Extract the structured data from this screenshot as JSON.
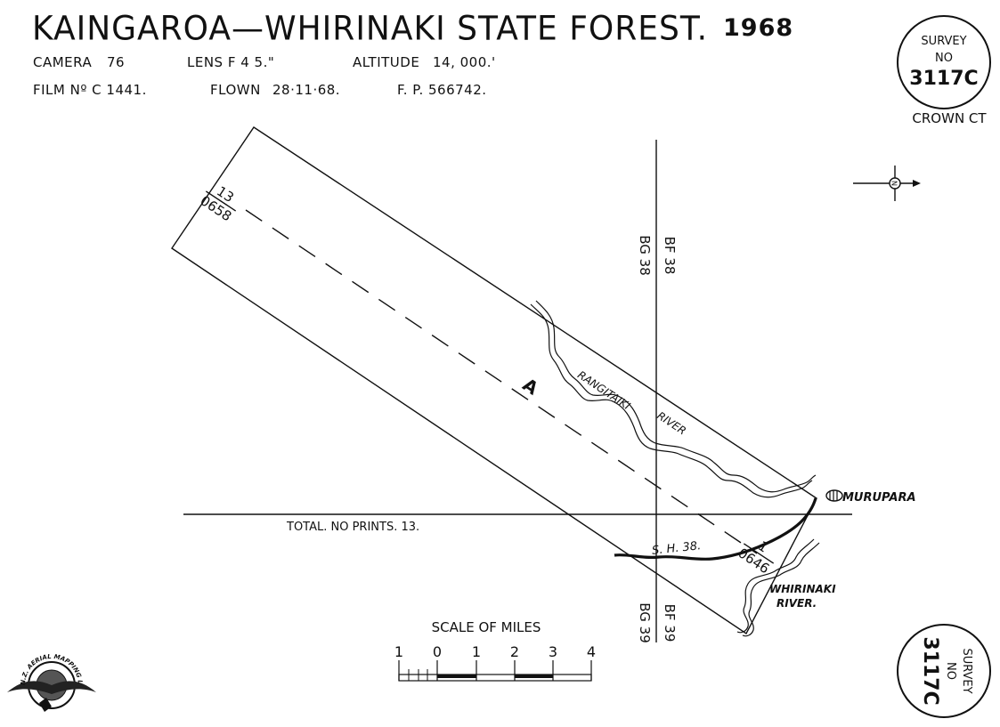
{
  "header": {
    "title": "KAINGAROA—WHIRINAKI   STATE   FOREST.",
    "year": "1968",
    "camera_label": "CAMERA",
    "camera_value": "76",
    "lens_label": "LENS  F  4  5.\"",
    "altitude_label": "ALTITUDE",
    "altitude_value": "14, 000.'",
    "film_label": "FILM  Nº  C 1441.",
    "flown_label": "FLOWN",
    "flown_value": "28·11·68.",
    "fp_label": "F. P.  566742."
  },
  "survey_top": {
    "line1": "SURVEY",
    "line2": "NO",
    "number": "3117C",
    "crown": "CROWN  CT"
  },
  "survey_bottom": {
    "line1": "SURVEY",
    "line2": "NO",
    "number": "3117C"
  },
  "map": {
    "run_letter": "A",
    "photo_start_top": "13",
    "photo_start_bottom": "0658",
    "photo_end_top": "1",
    "photo_end_bottom": "0646",
    "grid_bf38": "BF 38",
    "grid_bg38": "BG 38",
    "grid_bf39": "BF 39",
    "grid_bg39": "BG 39",
    "river_rangitaiki_1": "RANGITAIKI",
    "river_rangitaiki_2": "RIVER",
    "town": "MURUPARA",
    "road": "S. H. 38.",
    "river_whirinaki_1": "WHIRINAKI",
    "river_whirinaki_2": "RIVER.",
    "total_prints": "TOTAL.  NO  PRINTS.   13.",
    "north_letter": "N"
  },
  "scale": {
    "title": "SCALE  OF  MILES",
    "ticks": [
      "1",
      "0",
      "1",
      "2",
      "3",
      "4"
    ]
  },
  "logo": {
    "text": "N.Z. AERIAL MAPPING LTD."
  }
}
